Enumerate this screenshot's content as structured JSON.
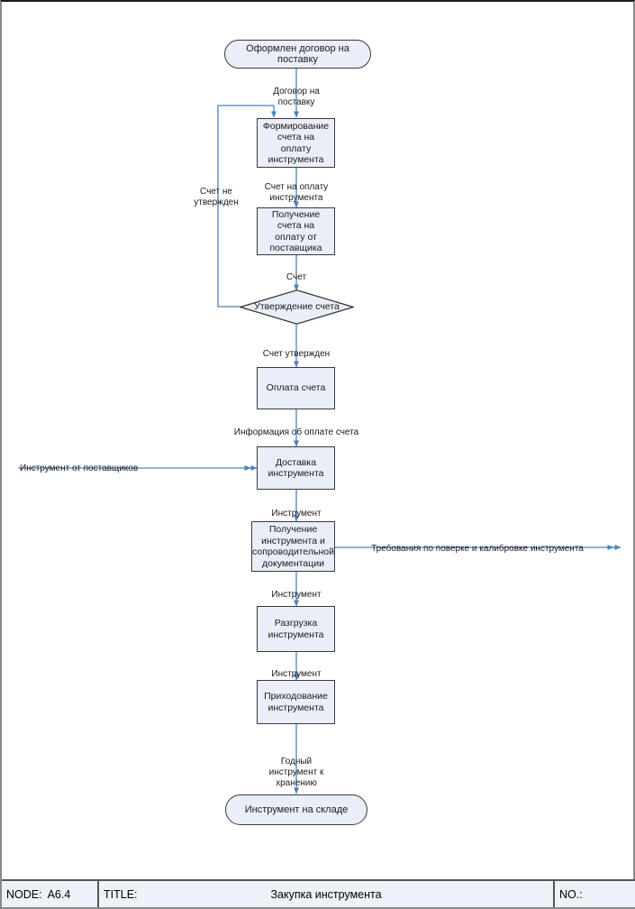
{
  "diagram": {
    "title": "Закупка инструмента",
    "node_id": "A6.4",
    "colors": {
      "node_fill": "#e9eef8",
      "node_stroke": "#3a3a3a",
      "arrow": "#4f81bd",
      "footer_fill": "#eef1f7"
    },
    "nodes": [
      {
        "id": "start",
        "type": "terminator",
        "label": "Оформлен договор на поставку"
      },
      {
        "id": "form",
        "type": "process",
        "label": "Формирование счета на оплату инструмента"
      },
      {
        "id": "receive",
        "type": "process",
        "label": "Получение счета на оплату от поставщика"
      },
      {
        "id": "approve",
        "type": "decision",
        "label": "Утверждение счета"
      },
      {
        "id": "pay",
        "type": "process",
        "label": "Оплата счета"
      },
      {
        "id": "delivery",
        "type": "process",
        "label": "Доставка инструмента"
      },
      {
        "id": "intake",
        "type": "process",
        "label": "Получение инструмента и сопроводительной документации"
      },
      {
        "id": "unload",
        "type": "process",
        "label": "Разгрузка инструмента"
      },
      {
        "id": "booking",
        "type": "process",
        "label": "Приходование инструмента"
      },
      {
        "id": "end",
        "type": "terminator",
        "label": "Инструмент на складе"
      }
    ],
    "edges": [
      {
        "id": "e1",
        "from": "start",
        "to": "form",
        "label": "Договор на\nпоставку"
      },
      {
        "id": "e2",
        "from": "form",
        "to": "receive",
        "label": "Счет на оплату\nинструмента"
      },
      {
        "id": "e3",
        "from": "receive",
        "to": "approve",
        "label": "Счет"
      },
      {
        "id": "e4",
        "from": "approve",
        "to": "form",
        "label": "Счет не\nутвержден"
      },
      {
        "id": "e5",
        "from": "approve",
        "to": "pay",
        "label": "Счет утвержден"
      },
      {
        "id": "e6",
        "from": "pay",
        "to": "delivery",
        "label": "Информация об оплате счета"
      },
      {
        "id": "e7",
        "from": "external",
        "to": "delivery",
        "label": "Инструмент от поставщиков"
      },
      {
        "id": "e8",
        "from": "delivery",
        "to": "intake",
        "label": "Инструмент"
      },
      {
        "id": "e9",
        "from": "intake",
        "to": "external",
        "label": "Требования по поверке и калибровке инструмента"
      },
      {
        "id": "e10",
        "from": "intake",
        "to": "unload",
        "label": "Инструмент"
      },
      {
        "id": "e11",
        "from": "unload",
        "to": "booking",
        "label": "Инструмент"
      },
      {
        "id": "e12",
        "from": "booking",
        "to": "end",
        "label": "Годный\nинструмент к\nхранению"
      }
    ]
  },
  "footer": {
    "node_label": "NODE:",
    "node_value": "A6.4",
    "title_label": "TITLE:",
    "title_value": "Закупка инструмента",
    "no_label": "NO.:"
  }
}
